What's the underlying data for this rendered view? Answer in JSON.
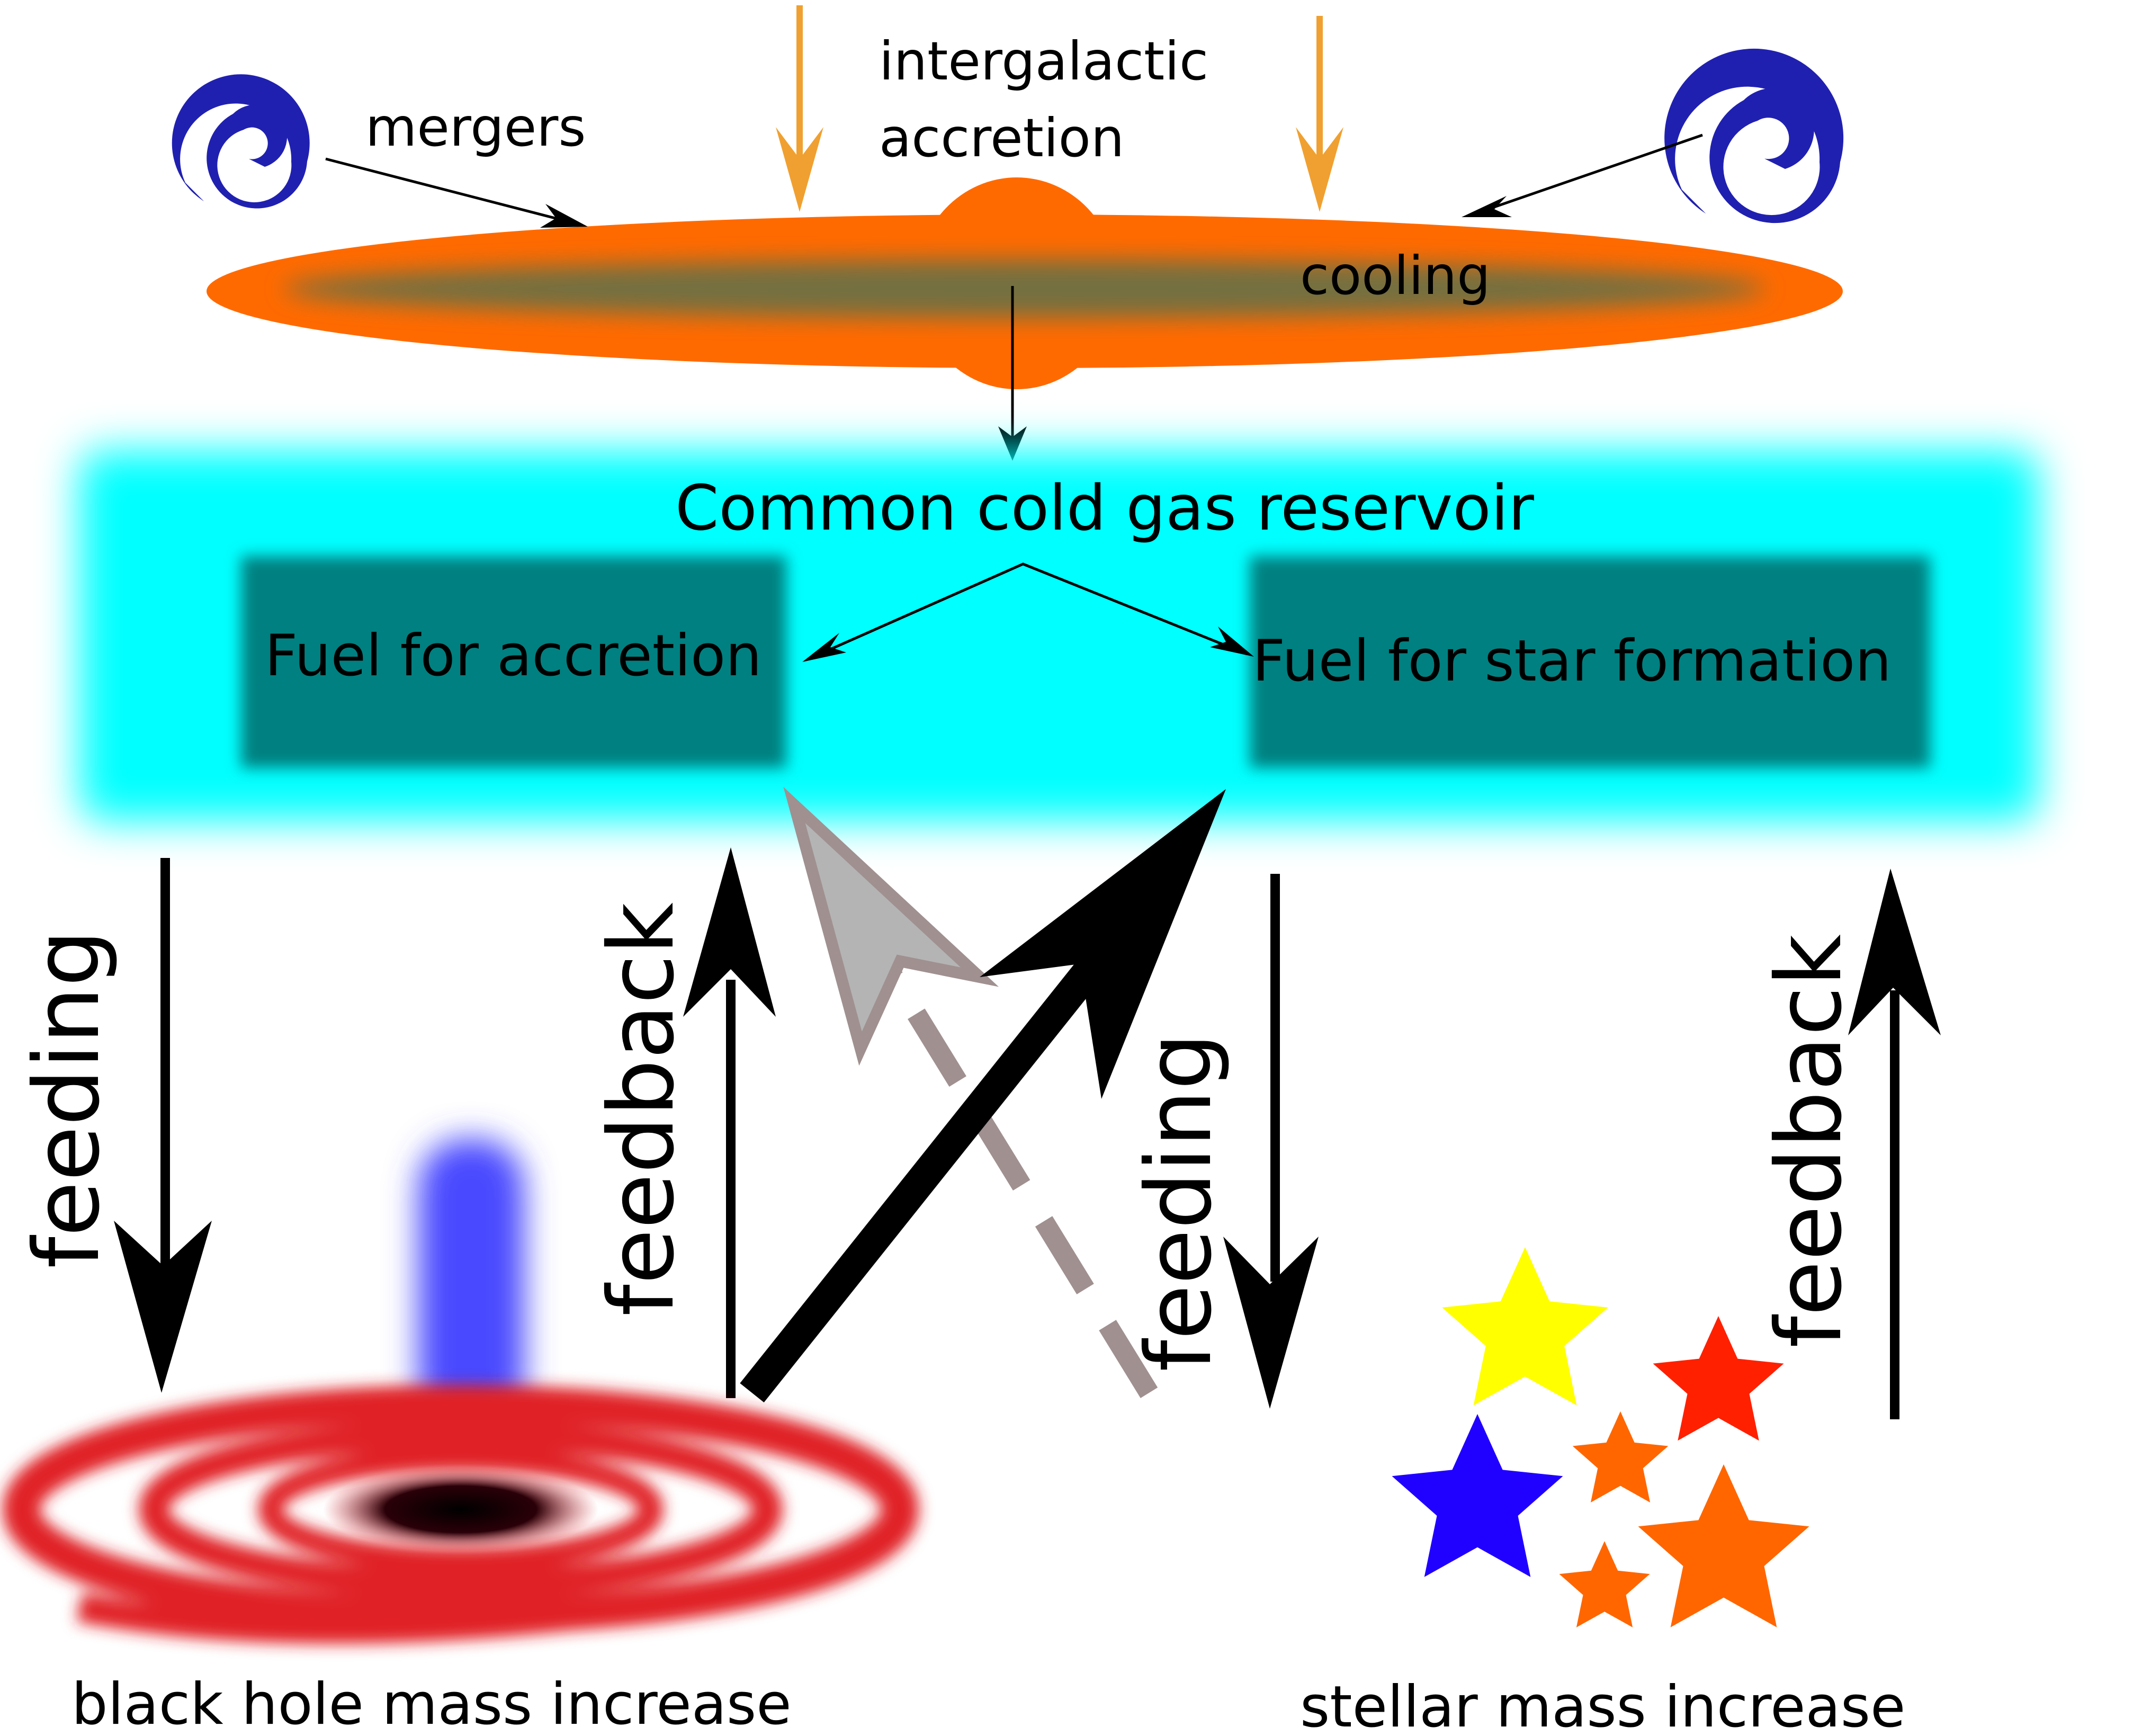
{
  "labels": {
    "mergers": "mergers",
    "intergalactic_line1": "intergalactic",
    "intergalactic_line2": "accretion",
    "cooling": "cooling",
    "reservoir": "Common cold gas reservoir",
    "fuel_accretion": "Fuel for accretion",
    "fuel_star_formation": "Fuel for star formation",
    "feeding_left": "feeding",
    "feedback_left": "feedback",
    "feeding_right": "feeding",
    "feedback_right": "feedback",
    "black_hole": "black hole mass increase",
    "stellar": "stellar mass increase"
  },
  "colors": {
    "halo": "#ff6a00",
    "halo_core": "#747040",
    "accretion_arrow": "#f0a030",
    "spiral_galaxy": "#2020b0",
    "reservoir": "#00ffff",
    "fuel_box": "#008080",
    "dashed_arrow": "#a09090",
    "dashed_arrow_head": "#b4b4b4",
    "disk_red": "#e02028",
    "jet": "#4848ff",
    "star_yellow": "#ffff00",
    "star_red": "#ff2000",
    "star_blue": "#2000ff",
    "star_orange": "#ff6600"
  },
  "icons": {
    "left_galaxy": "spiral-galaxy-icon",
    "right_galaxy": "spiral-galaxy-icon",
    "black_hole": "black-hole-accretion-disk-icon",
    "stars": "star-icon"
  }
}
